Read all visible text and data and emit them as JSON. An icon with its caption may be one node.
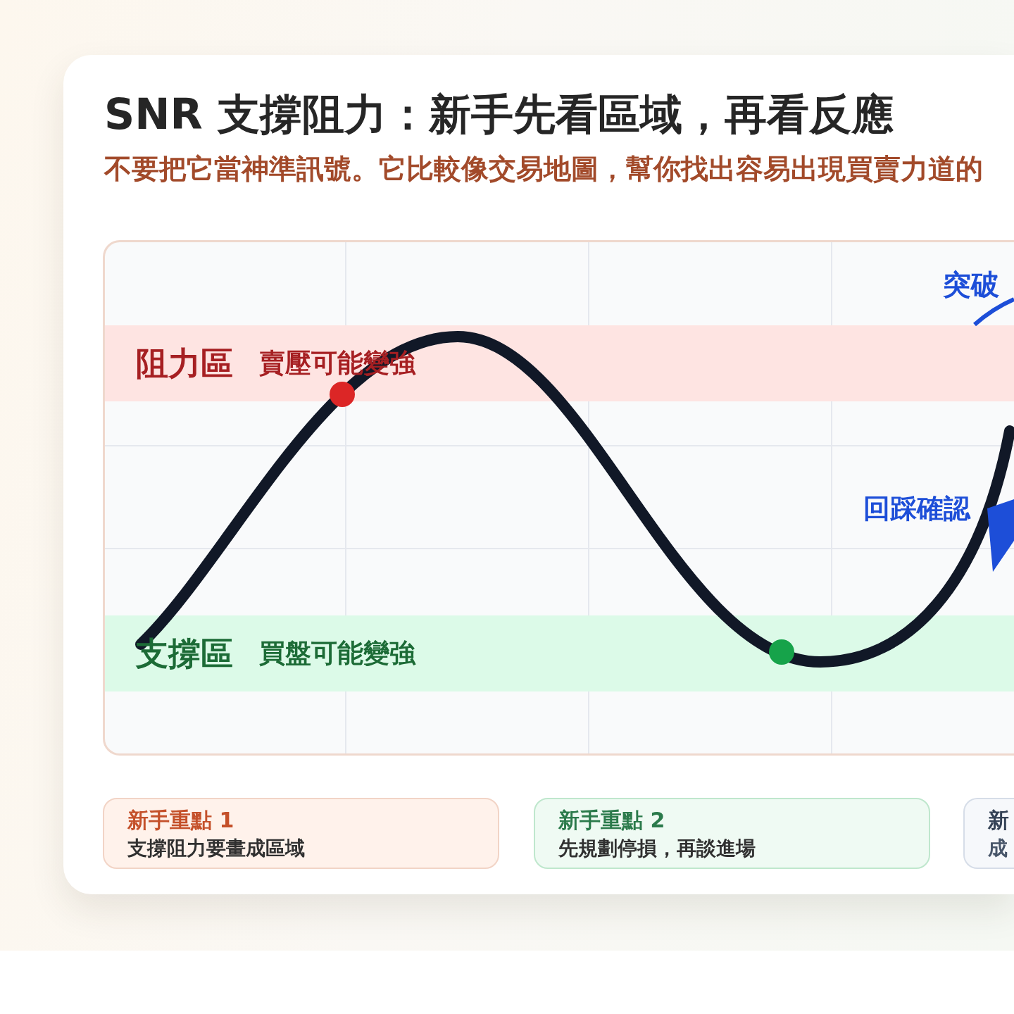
{
  "diagram": {
    "title": "SNR 支撐阻力：新手先看區域，再看反應",
    "nodes": [
      {
        "text": [
          "阻力區",
          "賣壓可能變強"
        ]
      },
      {
        "text": [
          "支撐區",
          "買盤可能變強"
        ]
      },
      {
        "text": [
          "新手重點 1",
          "支撐阻力要畫成區域"
        ]
      },
      {
        "text": [
          "新手重點 2",
          "先規劃停損，再談進場"
        ]
      },
      {
        "text": [
          "新",
          "成"
        ]
      }
    ],
    "labels": [
      "不要把它當神準訊號。它比較像交易地圖，幫你找出容易出現買賣力道的",
      "突破",
      "回踩確認"
    ]
  }
}
